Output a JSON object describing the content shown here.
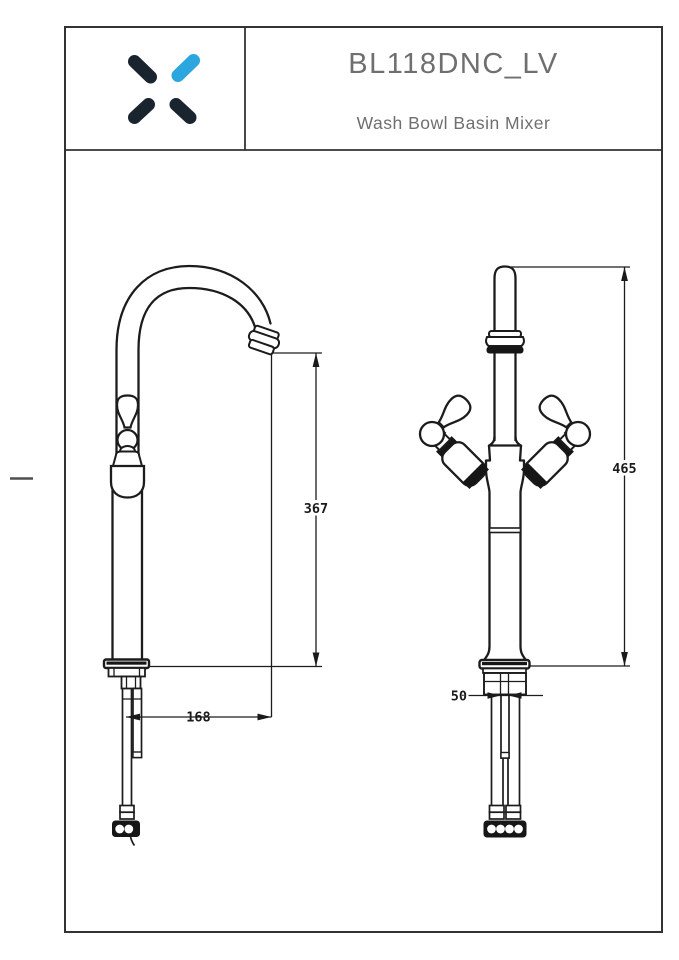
{
  "header": {
    "product_code": "BL118DNC_LV",
    "product_name": "Wash Bowl Basin Mixer",
    "text_color": "#6f6f6f",
    "logo": {
      "name": "x-brand-logo",
      "color_dark": "#19242f",
      "color_accent": "#2ba6df"
    }
  },
  "drawing": {
    "line_color": "#1c1c1c",
    "dims": {
      "side_height": "367",
      "side_reach": "168",
      "front_height": "465",
      "front_base": "50"
    }
  }
}
